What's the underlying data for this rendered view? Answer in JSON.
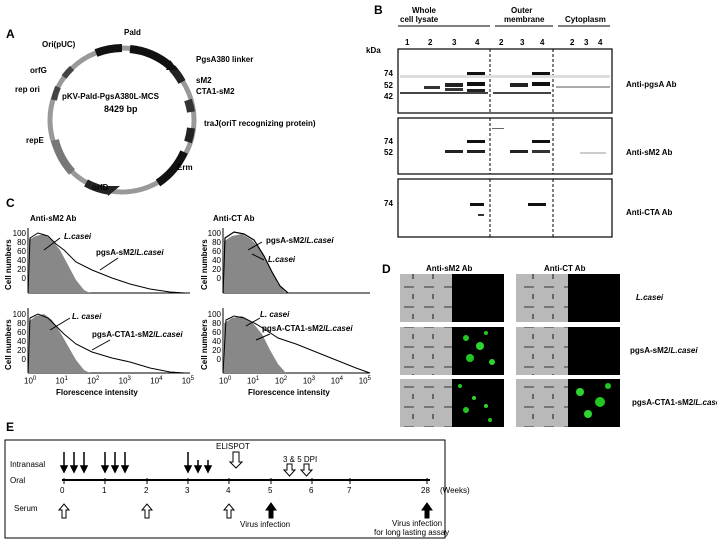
{
  "panels": {
    "a": "A",
    "b": "B",
    "c": "C",
    "d": "D",
    "e": "E"
  },
  "panelA": {
    "plasmid_name": "pKV-Pald-PgsA380L-MCS",
    "plasmid_size": "8429 bp",
    "features": [
      "Ori(pUC)",
      "Pald",
      "PgsA380 linker",
      "sM2",
      "CTA1-sM2",
      "traJ(oriT recognizing  protein)",
      "Erm",
      "orfD",
      "repE",
      "rep ori",
      "orfG"
    ]
  },
  "panelB": {
    "kda_label": "kDa",
    "groups": [
      "Whole",
      "cell lysate",
      "Outer",
      "membrane",
      "Cytoplasm"
    ],
    "lanes_lysate": [
      "1",
      "2",
      "3",
      "4"
    ],
    "lanes_membrane": [
      "2",
      "3",
      "4"
    ],
    "lanes_cyto": [
      "2",
      "3",
      "4"
    ],
    "blots": [
      {
        "name": "Anti-pgsA  Ab",
        "markers": [
          "74",
          "52",
          "42"
        ]
      },
      {
        "name": "Anti-sM2  Ab",
        "markers": [
          "74",
          "52"
        ]
      },
      {
        "name": "Anti-CTA  Ab",
        "markers": [
          "74"
        ]
      }
    ]
  },
  "panelC": {
    "titles": [
      "Anti-sM2  Ab",
      "Anti-CT  Ab"
    ],
    "ylabel": "Cell numbers",
    "xlabel": "Florescence intensity",
    "yticks": [
      "100",
      "80",
      "60",
      "40",
      "20",
      "0"
    ],
    "xticks": [
      "10",
      "10",
      "10",
      "10",
      "10",
      "10"
    ],
    "xexp": [
      "0",
      "1",
      "2",
      "3",
      "4",
      "5"
    ],
    "labels": {
      "lcasei": "L.casei",
      "lcasei_sp": "L. casei",
      "sm2": "pgsA-sM2/",
      "cta": "pgsA-CTA1-sM2/",
      "lc_suffix": "L.casei"
    }
  },
  "panelD": {
    "titles": [
      "Anti-sM2  Ab",
      "Anti-CT  Ab"
    ],
    "rows": [
      {
        "label": "L.casei",
        "ital": "",
        "signal": [
          0,
          0
        ]
      },
      {
        "label": "pgsA-sM2/",
        "ital": "L.casei",
        "signal": [
          1,
          0
        ]
      },
      {
        "label": "pgsA-CTA1-sM2/",
        "ital": "L.casei",
        "signal": [
          1,
          1
        ]
      }
    ]
  },
  "panelE": {
    "routes": [
      "Intranasal",
      "Oral"
    ],
    "serum": "Serum",
    "weeks": [
      "0",
      "1",
      "2",
      "3",
      "4",
      "5",
      "6",
      "7",
      "28"
    ],
    "weeks_unit": "(Weeks)",
    "elispot": "ELISPOT",
    "dpi": "3 & 5 DPI",
    "virus": "Virus infection",
    "virus_long_1": "Virus  infection",
    "virus_long_2": "for long lasting assay"
  }
}
